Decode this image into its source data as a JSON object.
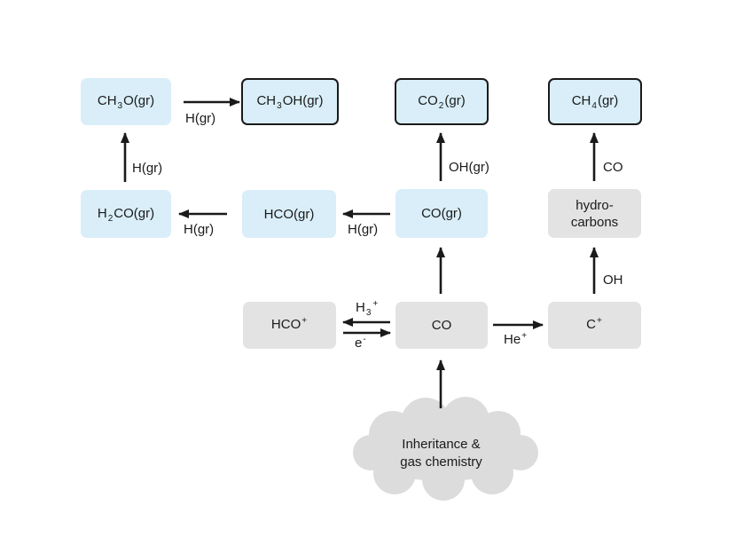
{
  "colors": {
    "ice_fill": "#d9eef8",
    "gas_fill": "#e3e3e3",
    "ink": "#1a1a1a"
  },
  "nodes": {
    "ch3o": {
      "main": "CH",
      "sub": "3",
      "rest": "O(gr)"
    },
    "ch3oh": {
      "main": "CH",
      "sub": "3",
      "rest": "OH(gr)"
    },
    "co2": {
      "main": "CO",
      "sub": "2",
      "rest": "(gr)"
    },
    "ch4": {
      "main": "CH",
      "sub": "4",
      "rest": "(gr)"
    },
    "h2co": {
      "main": "H",
      "sub": "2",
      "rest": "CO(gr)"
    },
    "hco_gr": {
      "label": "HCO(gr)"
    },
    "co_gr": {
      "label": "CO(gr)"
    },
    "hydrocarbons": {
      "line1": "hydro-",
      "line2": "carbons"
    },
    "hco_plus": {
      "main": "HCO",
      "sup": "+"
    },
    "co": {
      "label": "CO"
    },
    "c_plus": {
      "main": "C",
      "sup": "+"
    },
    "cloud": {
      "line1": "Inheritance &",
      "line2": "gas chemistry"
    }
  },
  "edges": {
    "ch3o_to_ch3oh": "H(gr)",
    "h2co_to_ch3o": "H(gr)",
    "hco_to_h2co": "H(gr)",
    "cogr_to_hco": "H(gr)",
    "cogr_to_co2": "OH(gr)",
    "hydrocarbons_to_ch4": "CO",
    "cplus_to_hydrocarbons": "OH",
    "co_to_hco_plus": {
      "main": "H",
      "sub": "3",
      "sup": "+"
    },
    "hco_plus_to_co": {
      "main": "e",
      "sup": "-"
    },
    "co_to_cplus": {
      "main": "He",
      "sup": "+"
    }
  }
}
